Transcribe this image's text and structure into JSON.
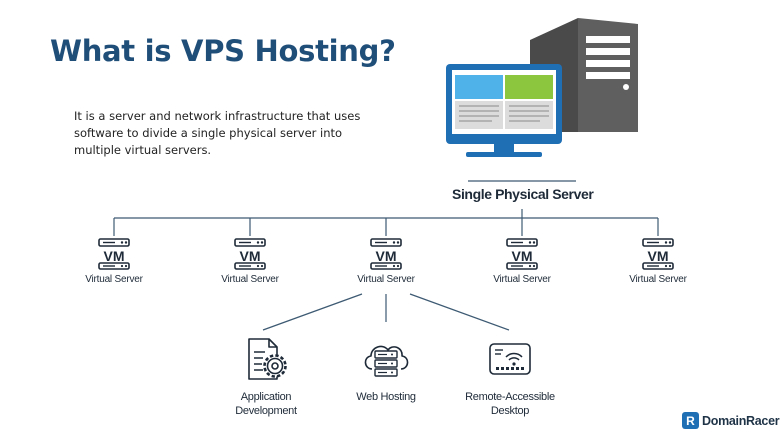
{
  "title": "What is VPS Hosting?",
  "description": "It is a server and network infrastructure that uses software to divide a single physical server into multiple virtual servers.",
  "physical_server": {
    "label": "Single Physical Server"
  },
  "virtual_servers": [
    {
      "icon_text": "VM",
      "label": "Virtual Server"
    },
    {
      "icon_text": "VM",
      "label": "Virtual Server"
    },
    {
      "icon_text": "VM",
      "label": "Virtual Server"
    },
    {
      "icon_text": "VM",
      "label": "Virtual Server"
    },
    {
      "icon_text": "VM",
      "label": "Virtual Server"
    }
  ],
  "services": [
    {
      "icon": "document-gear-icon",
      "line1": "Application",
      "line2": "Development"
    },
    {
      "icon": "cloud-server-icon",
      "line1": "Web Hosting",
      "line2": ""
    },
    {
      "icon": "wifi-device-icon",
      "line1": "Remote-Accessible",
      "line2": "Desktop"
    }
  ],
  "brand": {
    "name": "DomainRacer",
    "logo_letter": "R"
  },
  "colors": {
    "title": "#1f4e79",
    "dark": "#1e2a38",
    "tower": "#5a5a5a",
    "monitor": "#1f6fb5",
    "screen_blue": "#4fb3ea",
    "screen_green": "#8cc63f",
    "line": "#3d5a73"
  }
}
